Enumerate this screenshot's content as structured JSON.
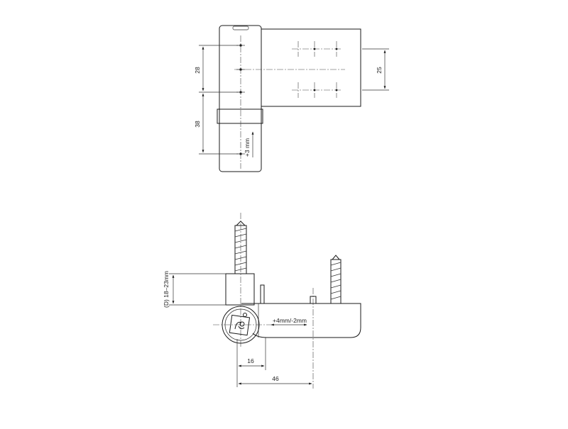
{
  "top_view": {
    "dim_vertical_upper": "28",
    "dim_vertical_lower": "38",
    "dim_adjust": "+3 mm",
    "dim_right": "25"
  },
  "side_view": {
    "dim_frame": "(D) 18–23mm",
    "dim_adjust": "+4mm/-2mm",
    "dim_16": "16",
    "dim_46": "46"
  }
}
